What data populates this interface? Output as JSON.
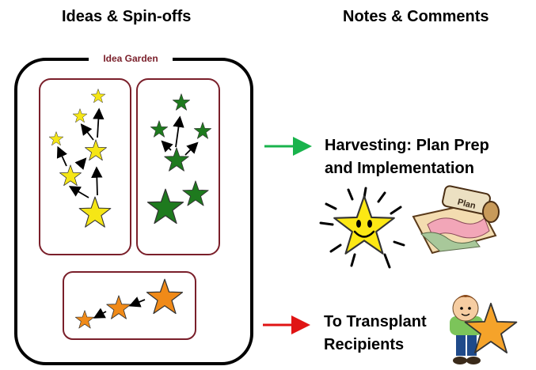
{
  "headings": {
    "left": "Ideas & Spin-offs",
    "right": "Notes & Comments"
  },
  "garden": {
    "label": "Idea Garden"
  },
  "notes": {
    "harvest_line1": "Harvesting: Plan Prep",
    "harvest_line2": "and Implementation",
    "transplant_line1": "To Transplant",
    "transplant_line2": "Recipients"
  },
  "plan_scroll": {
    "label": "Plan"
  },
  "colors": {
    "box_border": "#7a1f2a",
    "garden_label": "#7a1f2a",
    "yellow_star": "#f5e616",
    "green_star": "#1e7a1e",
    "orange_star": "#f08a18",
    "harvest_arrow": "#19b34c",
    "transplant_arrow": "#e01414"
  },
  "icons": {
    "smiley_star": "smiley-star-icon",
    "plan_scroll": "plan-scroll-icon",
    "kid_with_star": "kid-holding-star-icon"
  }
}
